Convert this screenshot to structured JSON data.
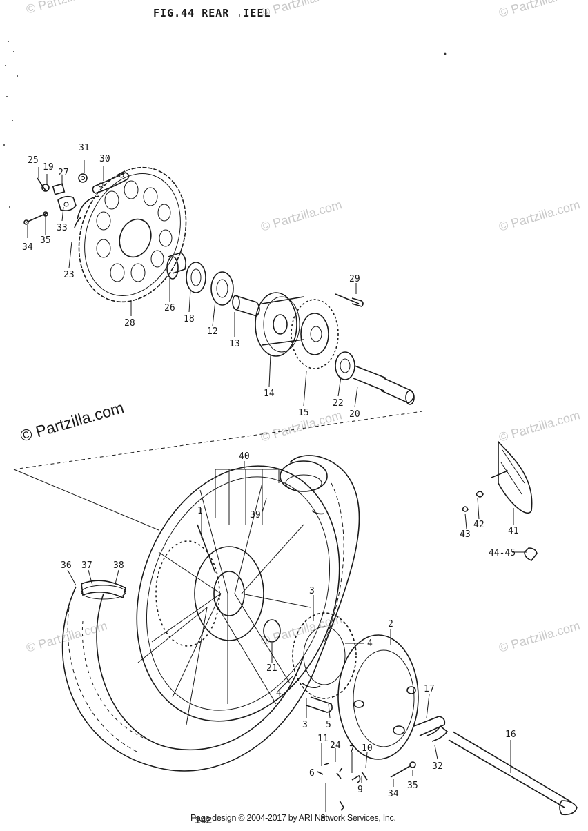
{
  "figure": {
    "title": "FIG.44  REAR ˌIEEL",
    "page_number": "142"
  },
  "watermark": {
    "brand": "© Partzilla.com"
  },
  "footer": {
    "text": "Page design © 2004-2017 by ARI Network Services, Inc."
  },
  "callouts": [
    {
      "id": "25",
      "text": "25"
    },
    {
      "id": "19",
      "text": "19"
    },
    {
      "id": "27",
      "text": "27"
    },
    {
      "id": "31",
      "text": "31"
    },
    {
      "id": "30",
      "text": "30"
    },
    {
      "id": "33",
      "text": "33"
    },
    {
      "id": "34a",
      "text": "34"
    },
    {
      "id": "35a",
      "text": "35"
    },
    {
      "id": "23",
      "text": "23"
    },
    {
      "id": "28",
      "text": "28"
    },
    {
      "id": "26",
      "text": "26"
    },
    {
      "id": "18",
      "text": "18"
    },
    {
      "id": "12",
      "text": "12"
    },
    {
      "id": "13",
      "text": "13"
    },
    {
      "id": "29",
      "text": "29"
    },
    {
      "id": "14",
      "text": "14"
    },
    {
      "id": "15",
      "text": "15"
    },
    {
      "id": "22",
      "text": "22"
    },
    {
      "id": "20",
      "text": "20"
    },
    {
      "id": "40",
      "text": "40"
    },
    {
      "id": "39",
      "text": "39"
    },
    {
      "id": "36",
      "text": "36"
    },
    {
      "id": "37",
      "text": "37"
    },
    {
      "id": "38",
      "text": "38"
    },
    {
      "id": "41",
      "text": "41"
    },
    {
      "id": "42",
      "text": "42"
    },
    {
      "id": "43",
      "text": "43"
    },
    {
      "id": "44-45",
      "text": "44-45"
    },
    {
      "id": "1",
      "text": "1"
    },
    {
      "id": "3a",
      "text": "3"
    },
    {
      "id": "2",
      "text": "2"
    },
    {
      "id": "4a",
      "text": "4"
    },
    {
      "id": "21",
      "text": "21"
    },
    {
      "id": "4b",
      "text": "4"
    },
    {
      "id": "3b",
      "text": "3"
    },
    {
      "id": "5",
      "text": "5"
    },
    {
      "id": "17",
      "text": "17"
    },
    {
      "id": "16",
      "text": "16"
    },
    {
      "id": "11",
      "text": "11"
    },
    {
      "id": "24",
      "text": "24"
    },
    {
      "id": "7",
      "text": "7"
    },
    {
      "id": "10",
      "text": "10"
    },
    {
      "id": "6",
      "text": "6"
    },
    {
      "id": "9",
      "text": "9"
    },
    {
      "id": "8",
      "text": "8"
    },
    {
      "id": "34b",
      "text": "34"
    },
    {
      "id": "35b",
      "text": "35"
    },
    {
      "id": "32",
      "text": "32"
    }
  ]
}
